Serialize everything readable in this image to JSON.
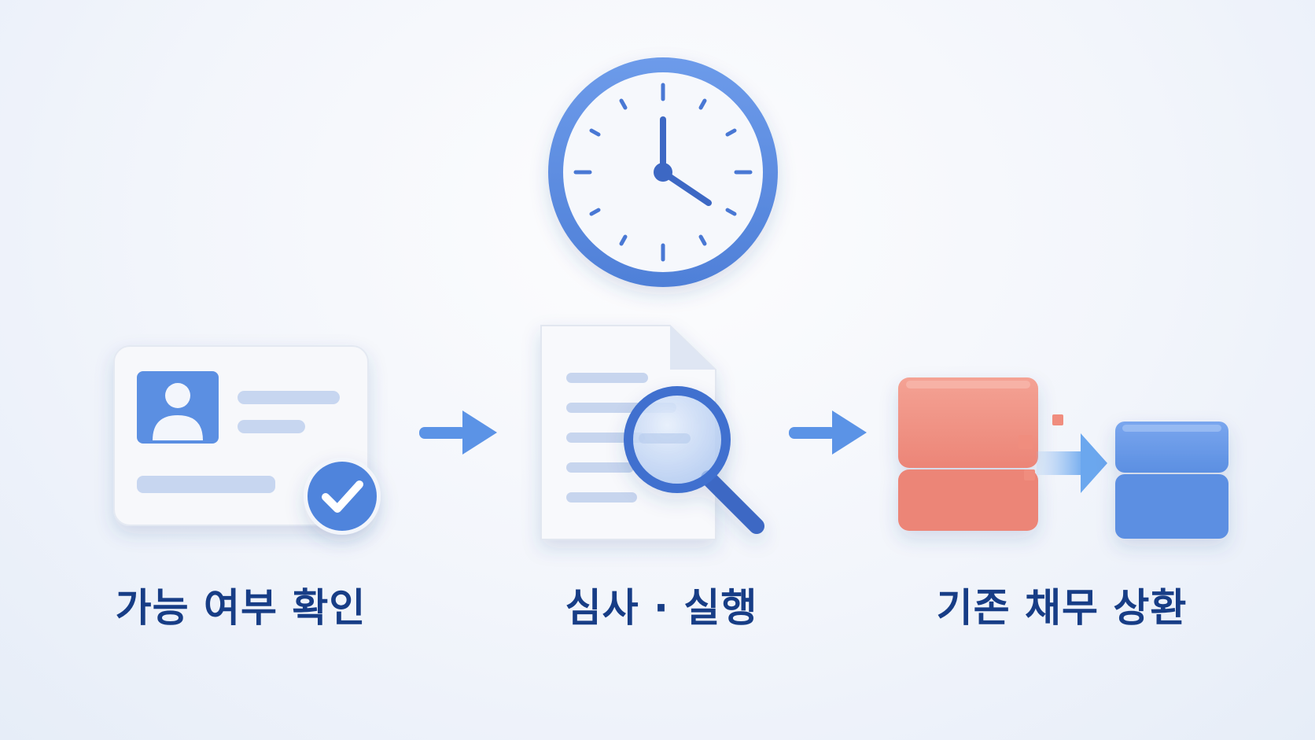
{
  "colors": {
    "accent_blue": "#5b8fe2",
    "deep_blue": "#3f6fcf",
    "label_navy": "#173d86",
    "coral": "#ec8577"
  },
  "steps": [
    {
      "label": "가능 여부 확인",
      "icon": "id-card-check-icon"
    },
    {
      "label": "심사 · 실행",
      "icon": "document-magnifier-icon"
    },
    {
      "label": "기존 채무 상환",
      "icon": "block-transfer-icon"
    }
  ],
  "top_icon": "clock-icon",
  "connectors": [
    "arrow-right-icon",
    "arrow-right-icon"
  ]
}
